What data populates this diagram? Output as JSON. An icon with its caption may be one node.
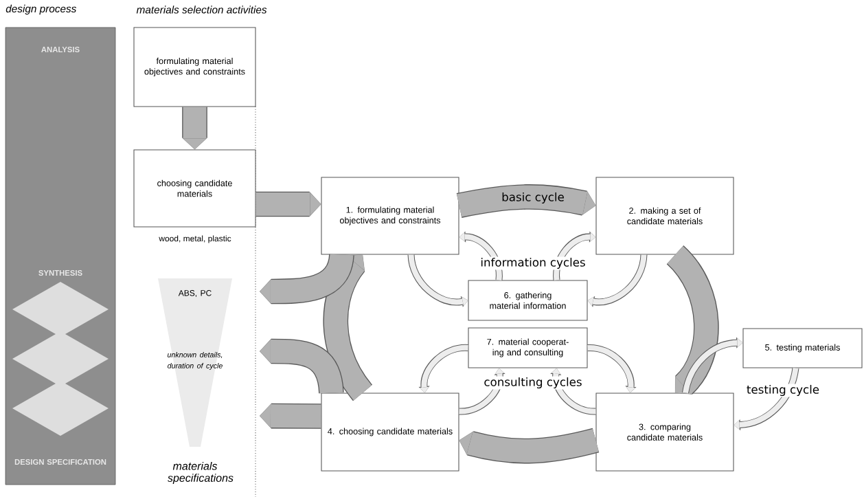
{
  "diagram": {
    "nodes": [
      {
        "text": [
          "design process",
          "ANALYSIS",
          "SYNTHESIS",
          "DESIGN SPECIFICATION"
        ]
      },
      {
        "text": [
          "formulating material objectives and constraints"
        ]
      },
      {
        "text": [
          "choosing candidate materials"
        ],
        "beside": [
          "wood, metal, plastic"
        ]
      },
      {
        "text": [
          "1. formulating material objectives and constraints"
        ]
      },
      {
        "text": [
          "2. making a set of candidate materials"
        ]
      },
      {
        "text": [
          "3. comparing candidate materials"
        ]
      },
      {
        "text": [
          "4. choosing candidate materials"
        ]
      },
      {
        "text": [
          "5. testing materials"
        ]
      },
      {
        "text": [
          "6. gathering material information"
        ]
      },
      {
        "text": [
          "7. material cooperat- ing and consulting"
        ]
      },
      {
        "text": [
          "ABS, PC",
          "unknown details, duration of cycle"
        ]
      }
    ],
    "edges": [
      {
        "from": 1,
        "to": 2,
        "arrow": "to",
        "style": "thick"
      },
      {
        "from": 2,
        "to": 3,
        "arrow": "to",
        "style": "thick"
      },
      {
        "from": 3,
        "to": 4,
        "arrow": "to",
        "style": "thick",
        "label": "basic cycle"
      },
      {
        "from": 4,
        "to": 5,
        "arrow": "to",
        "style": "thick"
      },
      {
        "from": 5,
        "to": 6,
        "arrow": "to",
        "style": "thick"
      },
      {
        "from": 6,
        "to": 3,
        "arrow": "to",
        "style": "thick"
      },
      {
        "from": 3,
        "to": null,
        "arrow": "to",
        "style": "thick"
      },
      {
        "from": 6,
        "to": null,
        "arrow": "to",
        "style": "thick"
      },
      {
        "from": 6,
        "to": null,
        "arrow": "to",
        "style": "thick"
      },
      {
        "from": 3,
        "to": 8,
        "arrow": "to"
      },
      {
        "from": 8,
        "to": 3,
        "arrow": "to"
      },
      {
        "from": 4,
        "to": 8,
        "arrow": "to"
      },
      {
        "from": 8,
        "to": 4,
        "arrow": "to"
      },
      {
        "from": 9,
        "to": 6,
        "arrow": "to"
      },
      {
        "from": 6,
        "to": 9,
        "arrow": "to"
      },
      {
        "from": 9,
        "to": 5,
        "arrow": "to"
      },
      {
        "from": 5,
        "to": 9,
        "arrow": "to"
      },
      {
        "from": 5,
        "to": 7,
        "arrow": "to"
      },
      {
        "from": 7,
        "to": 5,
        "arrow": "to"
      }
    ],
    "labels": [
      "materials selection activities",
      "materials specifications",
      "information cycles",
      "consulting cycles",
      "testing cycle"
    ]
  }
}
